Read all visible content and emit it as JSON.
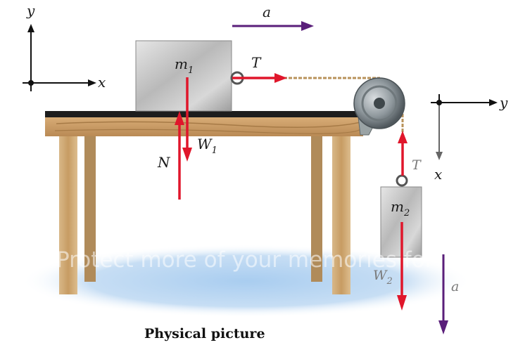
{
  "caption": "Physical picture",
  "watermark": "Protect more of your memories for less!",
  "labels": {
    "axis_left_y": "y",
    "axis_left_x": "x",
    "axis_right_y": "y",
    "axis_right_x": "x",
    "accel_top": "a",
    "accel_right": "a",
    "tension_top": "T",
    "tension_right": "T",
    "normal": "N",
    "mass1": {
      "main": "m",
      "sub": "1"
    },
    "mass2": {
      "main": "m",
      "sub": "2"
    },
    "weight1": {
      "main": "W",
      "sub": "1"
    },
    "weight2": {
      "main": "W",
      "sub": "2"
    }
  },
  "colors": {
    "force_arrow": "#e0162b",
    "accel_arrow": "#5a1f7a",
    "axis": "#111111",
    "table_wood": "#c9a472",
    "block_metal": "#c4c4c4",
    "rope": "#b8925a",
    "floor_shadow": "#bcd6f0"
  }
}
